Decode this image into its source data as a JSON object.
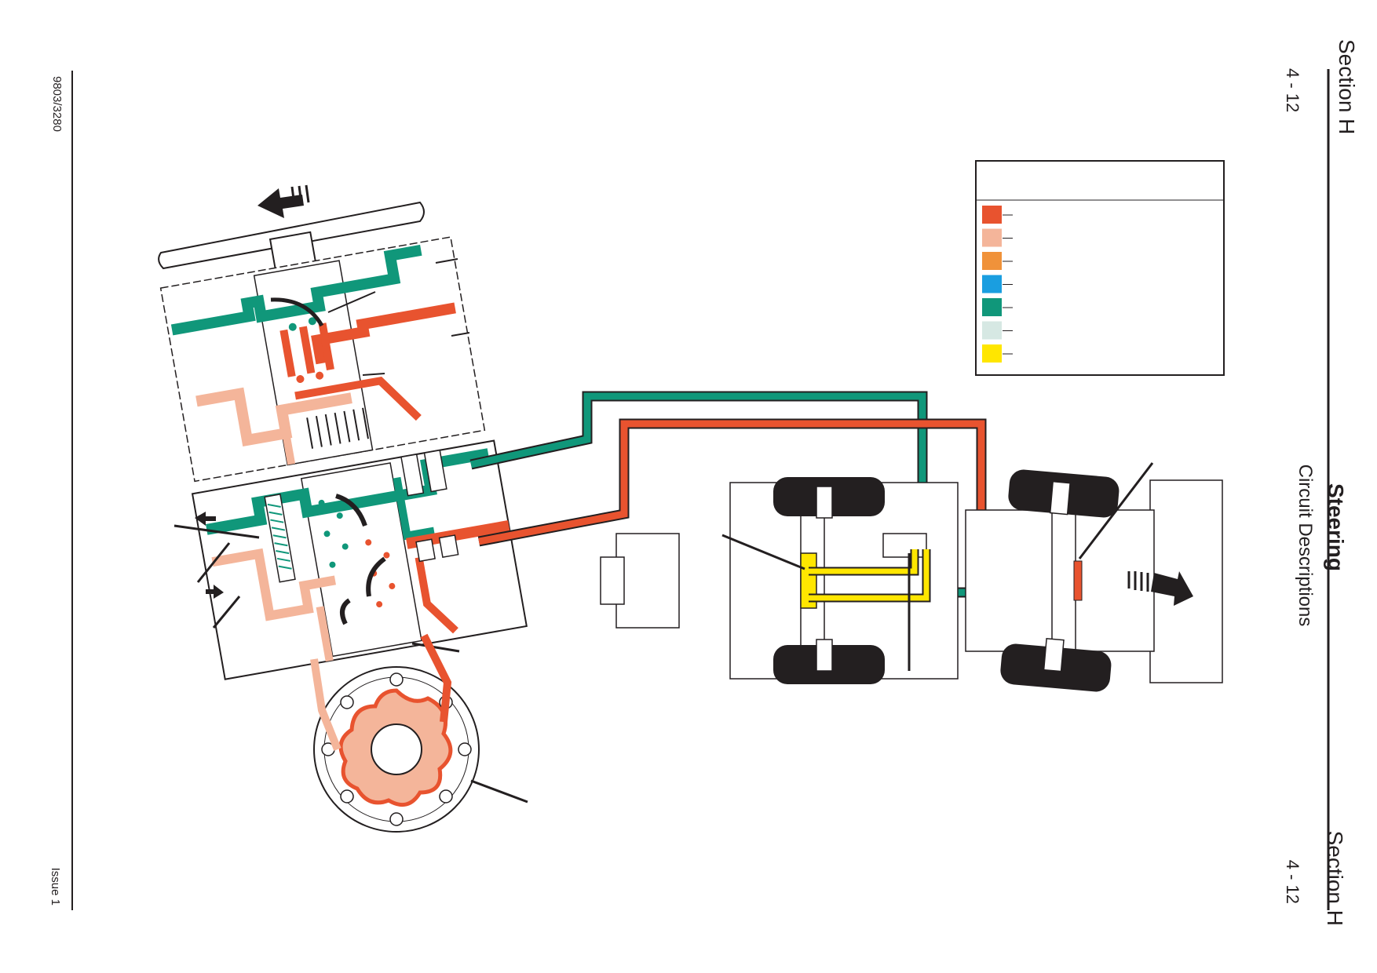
{
  "header": {
    "section_top": "Section H",
    "page_top": "4 - 12",
    "title": "Steering",
    "subtitle": "Circuit Descriptions",
    "section_bottom": "Section H",
    "page_bottom": "4 - 12"
  },
  "footer": {
    "doc_number": "9803/3280",
    "issue": "Issue 1"
  },
  "legend": {
    "swatches": [
      {
        "color": "#e8532f"
      },
      {
        "color": "#f4b59a"
      },
      {
        "color": "#f0923a"
      },
      {
        "color": "#1a9ee0"
      },
      {
        "color": "#10977a"
      },
      {
        "color": "#d6e8e3"
      },
      {
        "color": "#ffe600"
      }
    ]
  },
  "colors": {
    "pressure": "#e8532f",
    "pressure_light": "#f4b59a",
    "exhaust": "#10977a",
    "lock": "#ffe600",
    "outline": "#231f20"
  }
}
